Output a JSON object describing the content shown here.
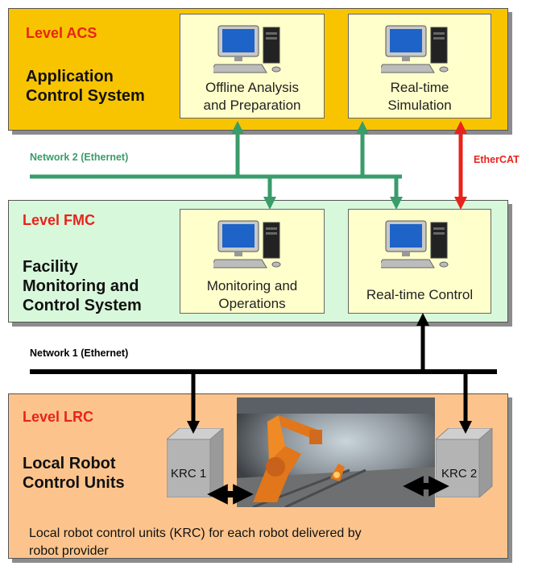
{
  "acs": {
    "level": "Level ACS",
    "title_line1": "Application",
    "title_line2": "Control System",
    "box1_line1": "Offline Analysis",
    "box1_line2": "and Preparation",
    "box2_line1": "Real-time",
    "box2_line2": "Simulation"
  },
  "network2_label": "Network 2 (Ethernet)",
  "ethercat_label": "EtherCAT",
  "fmc": {
    "level": "Level FMC",
    "title_line1": "Facility",
    "title_line2": "Monitoring and",
    "title_line3": "Control System",
    "box1_line1": "Monitoring and",
    "box1_line2": "Operations",
    "box2_line1": "Real-time Control"
  },
  "network1_label": "Network 1 (Ethernet)",
  "lrc": {
    "level": "Level LRC",
    "title_line1": "Local Robot",
    "title_line2": "Control Units",
    "krc1": "KRC 1",
    "krc2": "KRC 2",
    "note_line1": "Local robot control units (KRC) for each robot delivered by",
    "note_line2": "robot provider"
  },
  "colors": {
    "acs_panel": "#f8c400",
    "fmc_panel": "#d8f8dc",
    "lrc_panel": "#fcc48c",
    "computer_box": "#ffffcc",
    "level_text": "#e8231b",
    "network2": "#3a9c6a",
    "network1": "#000000",
    "ethercat": "#e8231b"
  },
  "icons": [
    "computer-workstation-icon",
    "robot-arm-photo"
  ]
}
